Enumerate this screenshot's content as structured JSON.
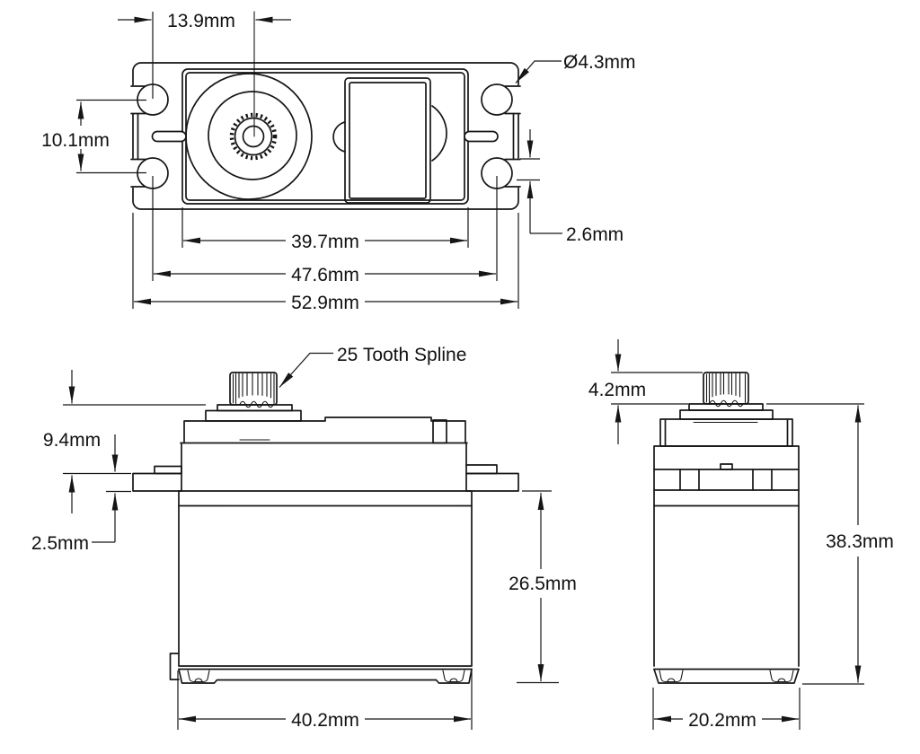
{
  "dimensions": {
    "top_view": {
      "spline_offset": "13.9mm",
      "mount_hole_vertical_spacing": "10.1mm",
      "mount_hole_diameter": "Ø4.3mm",
      "mount_hole_edge_offset": "2.6mm",
      "body_width": "39.7mm",
      "mount_hole_spacing": "47.6mm",
      "overall_width": "52.9mm"
    },
    "front_view": {
      "spline_callout": "25 Tooth Spline",
      "top_to_flange_height": "9.4mm",
      "flange_thickness": "2.5mm",
      "flange_to_bottom_height": "26.5mm",
      "case_width": "40.2mm"
    },
    "side_view": {
      "spline_height": "4.2mm",
      "overall_height": "38.3mm",
      "case_depth": "20.2mm"
    }
  }
}
